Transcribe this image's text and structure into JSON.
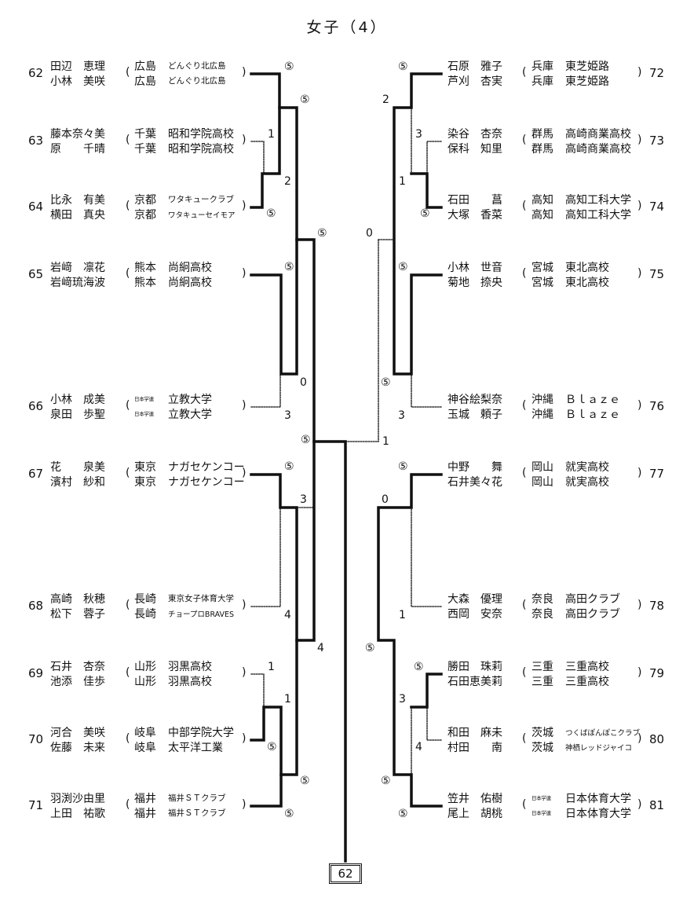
{
  "title": "女子（4）",
  "final_number": "62",
  "left_teams": [
    {
      "no": "62",
      "players": [
        {
          "name": "田辺　恵理",
          "pref": "広島",
          "club": "どんぐり北広島",
          "cs": "small"
        },
        {
          "name": "小林　美咲",
          "pref": "広島",
          "club": "どんぐり北広島",
          "cs": "small"
        }
      ]
    },
    {
      "no": "63",
      "players": [
        {
          "name": "藤本奈々美",
          "pref": "千葉",
          "club": "昭和学院高校",
          "cs": ""
        },
        {
          "name": "原　　千晴",
          "pref": "千葉",
          "club": "昭和学院高校",
          "cs": ""
        }
      ]
    },
    {
      "no": "64",
      "players": [
        {
          "name": "比永　有美",
          "pref": "京都",
          "club": "ワタキュークラブ",
          "cs": "small"
        },
        {
          "name": "横田　真央",
          "pref": "京都",
          "club": "ワタキューセイモア",
          "cs": "tiny"
        }
      ]
    },
    {
      "no": "65",
      "players": [
        {
          "name": "岩﨑　凛花",
          "pref": "熊本",
          "club": "尚絅高校",
          "cs": ""
        },
        {
          "name": "岩﨑琉海波",
          "pref": "熊本",
          "club": "尚絅高校",
          "cs": ""
        }
      ]
    },
    {
      "no": "66",
      "players": [
        {
          "name": "小林　成美",
          "pref": "日本学連",
          "club": "立教大学",
          "cs": "",
          "ps": "tiny"
        },
        {
          "name": "泉田　歩聖",
          "pref": "日本学連",
          "club": "立教大学",
          "cs": "",
          "ps": "tiny"
        }
      ]
    },
    {
      "no": "67",
      "players": [
        {
          "name": "花　　泉美",
          "pref": "東京",
          "club": "ナガセケンコー",
          "cs": ""
        },
        {
          "name": "濱村　紗和",
          "pref": "東京",
          "club": "ナガセケンコー",
          "cs": ""
        }
      ]
    },
    {
      "no": "68",
      "players": [
        {
          "name": "高崎　秋穂",
          "pref": "長崎",
          "club": "東京女子体育大学",
          "cs": "small"
        },
        {
          "name": "松下　蓉子",
          "pref": "長崎",
          "club": "チョープロBRAVES",
          "cs": "tiny"
        }
      ]
    },
    {
      "no": "69",
      "players": [
        {
          "name": "石井　杏奈",
          "pref": "山形",
          "club": "羽黒高校",
          "cs": ""
        },
        {
          "name": "池添　佳歩",
          "pref": "山形",
          "club": "羽黒高校",
          "cs": ""
        }
      ]
    },
    {
      "no": "70",
      "players": [
        {
          "name": "河合　美咲",
          "pref": "岐阜",
          "club": "中部学院大学",
          "cs": ""
        },
        {
          "name": "佐藤　未来",
          "pref": "岐阜",
          "club": "太平洋工業",
          "cs": ""
        }
      ]
    },
    {
      "no": "71",
      "players": [
        {
          "name": "羽渕沙由里",
          "pref": "福井",
          "club": "福井ＳＴクラブ",
          "cs": "small"
        },
        {
          "name": "上田　祐歌",
          "pref": "福井",
          "club": "福井ＳＴクラブ",
          "cs": "small"
        }
      ]
    }
  ],
  "right_teams": [
    {
      "no": "72",
      "players": [
        {
          "name": "石原　雅子",
          "pref": "兵庫",
          "club": "東芝姫路",
          "cs": ""
        },
        {
          "name": "芦刈　杏実",
          "pref": "兵庫",
          "club": "東芝姫路",
          "cs": ""
        }
      ]
    },
    {
      "no": "73",
      "players": [
        {
          "name": "染谷　杏奈",
          "pref": "群馬",
          "club": "高崎商業高校",
          "cs": ""
        },
        {
          "name": "保科　知里",
          "pref": "群馬",
          "club": "高崎商業高校",
          "cs": ""
        }
      ]
    },
    {
      "no": "74",
      "players": [
        {
          "name": "石田　　菖",
          "pref": "高知",
          "club": "高知工科大学",
          "cs": ""
        },
        {
          "name": "大塚　香菜",
          "pref": "高知",
          "club": "高知工科大学",
          "cs": ""
        }
      ]
    },
    {
      "no": "75",
      "players": [
        {
          "name": "小林　世音",
          "pref": "宮城",
          "club": "東北高校",
          "cs": ""
        },
        {
          "name": "菊地　捺央",
          "pref": "宮城",
          "club": "東北高校",
          "cs": ""
        }
      ]
    },
    {
      "no": "76",
      "players": [
        {
          "name": "神谷絵梨奈",
          "pref": "沖縄",
          "club": "Ｂｌａｚｅ",
          "cs": ""
        },
        {
          "name": "玉城　頼子",
          "pref": "沖縄",
          "club": "Ｂｌａｚｅ",
          "cs": ""
        }
      ]
    },
    {
      "no": "77",
      "players": [
        {
          "name": "中野　　舞",
          "pref": "岡山",
          "club": "就実高校",
          "cs": ""
        },
        {
          "name": "石井美々花",
          "pref": "岡山",
          "club": "就実高校",
          "cs": ""
        }
      ]
    },
    {
      "no": "78",
      "players": [
        {
          "name": "大森　優理",
          "pref": "奈良",
          "club": "高田クラブ",
          "cs": ""
        },
        {
          "name": "西岡　安奈",
          "pref": "奈良",
          "club": "高田クラブ",
          "cs": ""
        }
      ]
    },
    {
      "no": "79",
      "players": [
        {
          "name": "勝田　珠莉",
          "pref": "三重",
          "club": "三重高校",
          "cs": ""
        },
        {
          "name": "石田恵美莉",
          "pref": "三重",
          "club": "三重高校",
          "cs": ""
        }
      ]
    },
    {
      "no": "80",
      "players": [
        {
          "name": "和田　麻未",
          "pref": "茨城",
          "club": "つくばぽんぽこクラブ",
          "cs": "tiny"
        },
        {
          "name": "村田　　南",
          "pref": "茨城",
          "club": "神栖レッドジャイコ",
          "cs": "tiny"
        }
      ]
    },
    {
      "no": "81",
      "players": [
        {
          "name": "笠井　佑樹",
          "pref": "日本学連",
          "club": "日本体育大学",
          "cs": "",
          "ps": "tiny"
        },
        {
          "name": "尾上　胡桃",
          "pref": "日本学連",
          "club": "日本体育大学",
          "cs": "",
          "ps": "tiny"
        }
      ]
    }
  ],
  "scores": [
    "⑤",
    "⑤",
    "1",
    "2",
    "⑤",
    "⑤",
    "⑤",
    "0",
    "3",
    "⑤",
    "3",
    "⑤",
    "4",
    "4",
    "1",
    "1",
    "⑤",
    "⑤",
    "⑤",
    "⑤",
    "2",
    "3",
    "1",
    "⑤",
    "0",
    "⑤",
    "⑤",
    "3",
    "1",
    "⑤",
    "0",
    "1",
    "⑤",
    "⑤",
    "3",
    "4",
    "⑤",
    "⑤"
  ]
}
